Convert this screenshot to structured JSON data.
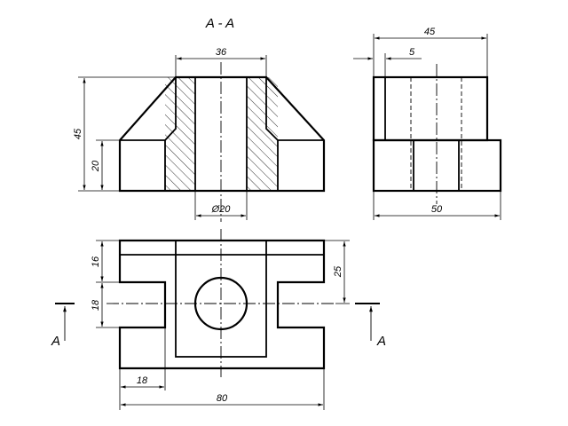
{
  "section_title": "A - A",
  "section_marks": {
    "left": "A",
    "right": "A"
  },
  "dimensions": {
    "front_top_width": "36",
    "front_height": "45",
    "front_lower_height": "20",
    "front_bore": "Ø20",
    "side_width": "45",
    "side_offset": "5",
    "side_base_width": "50",
    "top_depth_16": "16",
    "top_slot_18": "18",
    "top_half_depth": "25",
    "top_left_width": "18",
    "top_overall_width": "80"
  },
  "colors": {
    "line": "#000000",
    "background": "#ffffff"
  }
}
